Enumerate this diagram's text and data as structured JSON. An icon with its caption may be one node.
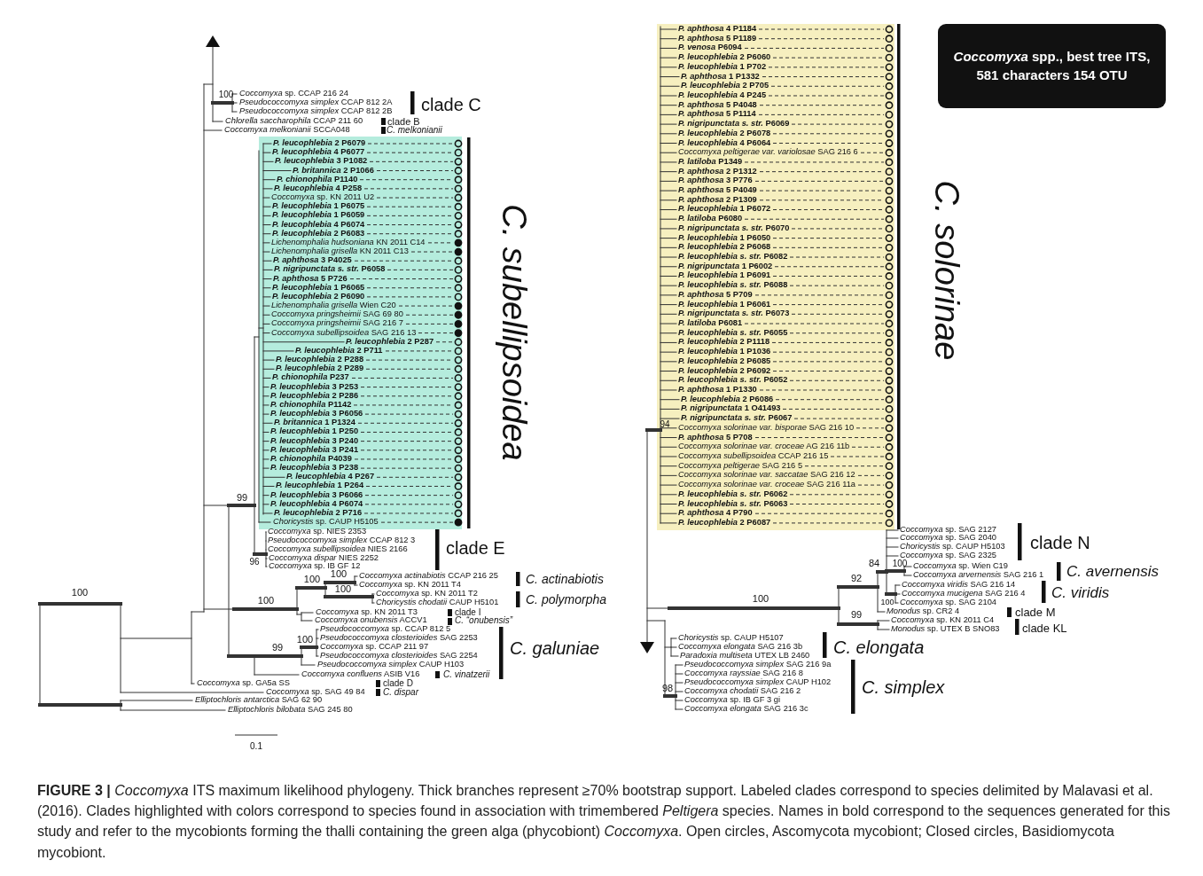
{
  "diagram": {
    "title": "*Coccomyxa* spp., best tree ITS, 581 characters 154 OTU",
    "caption": "**FIGURE 3 |** *Coccomyxa* ITS maximum likelihood phylogeny. Thick branches represent ≥70% bootstrap support. Labeled clades correspond to species delimited by Malavasi et al. (2016). Clades highlighted with colors correspond to species found in association with trimembered *Peltigera* species. Names in bold correspond to the sequences generated for this study and refer to the mycobionts forming the thalli containing the green alga (phycobiont) *Coccomyxa*. Open circles, Ascomycota mycobiont; Closed circles, Basidiomycota mycobiont.",
    "labels": [
      "*Coccomyxa* sp. CCAP 216 24",
      "*Pseudococcomyxa simplex* CCAP 812 2A",
      "*Pseudococcomyxa simplex* CCAP 812 2B",
      "*Chlorella saccharophila* CCAP 211 60",
      "*Coccomyxa melkonianii* SCCA048",
      "*P. leucophlebia* 2 P6079",
      "*P. leucophlebia* 4 P6077",
      "*P. leucophlebia* 3 P1082",
      "*P. britannica* 2 P1066",
      "*P. chionophila* P1140",
      "*P. leucophlebia* 4 P258",
      "*Coccomyxa* sp. KN 2011 U2",
      "*P. leucophlebia* 1 P6075",
      "*P. leucophlebia* 1 P6059",
      "*P. leucophlebia* 4 P6074",
      "*P. leucophlebia* 2 P6083",
      "*Lichenomphalia hudsoniana* KN 2011 C14",
      "*Lichenomphalia grisella* KN 2011 C13",
      "*P. aphthosa* 3 P4025",
      "*P. nigripunctata s. str.* P6058",
      "*P. aphthosa* 5 P726",
      "*P. leucophlebia* 1 P6065",
      "*P. leucophlebia* 2 P6090",
      "*Lichenomphalia grisella* Wien C20",
      "*Coccomyxa pringsheimii* SAG 69 80",
      "*Coccomyxa pringsheimii* SAG 216 7",
      "*Coccomyxa subellipsoidea* SAG 216 13",
      "*P. leucophlebia* 2 P287",
      "*P. leucophlebia* 2 P711",
      "*P. leucophlebia* 2 P288",
      "*P. leucophlebia* 2 P289",
      "*P. chionophila* P237",
      "*P. leucophlebia* 3 P253",
      "*P. leucophlebia* 2 P286",
      "*P. chionophila* P1142",
      "*P. leucophlebia* 3 P6056",
      "*P. britannica* 1 P1324",
      "*P. leucophlebia* 1 P250",
      "*P. leucophlebia* 3 P240",
      "*P. leucophlebia* 3 P241",
      "*P. chionophila* P4039",
      "*P. leucophlebia* 3 P238",
      "*P. leucophlebia* 4 P267",
      "*P. leucophlebia* 1 P264",
      "*P. leucophlebia* 3 P6066",
      "*P. leucophlebia* 4 P6074",
      "*P. leucophlebia* 2 P716",
      "*Choricystis* sp. CAUP H5105",
      "*Coccomyxa* sp. NIES 2353",
      "*Pseudococcomyxa simplex* CCAP 812 3",
      "*Coccomyxa subellipsoidea* NIES 2166",
      "*Coccomyxa dispar* NIES 2252",
      "*Coccomyxa* sp. IB GF 12",
      "*Coccomyxa actinabiotis* CCAP 216 25",
      "*Coccomyxa* sp. KN 2011 T4",
      "*Coccomyxa* sp. KN 2011 T2",
      "*Choricystis chodatii* CAUP H5101",
      "*Coccomyxa* sp. KN 2011 T3",
      "*Coccomyxa onubensis* ACCV1",
      "*Pseudococcomyxa* sp. CCAP 812 5",
      "*Pseudococcomyxa closterioides* SAG 2253",
      "*Coccomyxa* sp. CCAP 211 97",
      "*Pseudococcomyxa closterioides* SAG 2254",
      "*Pseudococcomyxa simplex* CAUP H103",
      "*Coccomyxa confluens* ASIB V16",
      "*Coccomyxa* sp. GA5a SS",
      "*Coccomyxa* sp. SAG 49 84",
      "*Elliptochloris antarctica* SAG 62 90",
      "*Elliptochloris bilobata* SAG 245 80",
      "*P. aphthosa* 4 P1184",
      "*P. aphthosa* 5 P1189",
      "*P. venosa* P6094",
      "*P. leucophlebia* 2 P6060",
      "*P. leucophlebia* 1 P702",
      "*P. aphthosa* 1 P1332",
      "*P. leucophlebia* 2 P705",
      "*P. leucophlebia* 4 P245",
      "*P. aphthosa* 5 P4048",
      "*P. aphthosa* 5 P1114",
      "*P. nigripunctata s. str.* P6069",
      "*P. leucophlebia* 2 P6078",
      "*P. leucophlebia* 4 P6064",
      "*Coccomyxa peltigerae var. variolosae* SAG 216 6",
      "*P. latiloba* P1349",
      "*P. aphthosa* 2 P1312",
      "*P. aphthosa* 3 P776",
      "*P. aphthosa* 5 P4049",
      "*P. aphthosa* 2 P1309",
      "*P. leucophlebia* 1 P6072",
      "*P. latiloba* P6080",
      "*P. nigripunctata s. str.* P6070",
      "*P. leucophlebia* 1 P6050",
      "*P. leucophlebia* 2 P6068",
      "*P. leucophlebia s. str.* P6082",
      "*P. nigripunctata* 1 P6002",
      "*P. leucophlebia* 1 P6091",
      "*P. leucophlebia s. str.* P6088",
      "*P. aphthosa* 5 P709",
      "*P. leucophlebia* 1 P6061",
      "*P. nigripunctata s. str.* P6073",
      "*P. latiloba* P6081",
      "*P. leucophlebia s. str.* P6055",
      "*P. leucophlebia* 2 P1118",
      "*P. leucophlebia* 1 P1036",
      "*P. leucophlebia* 2 P6085",
      "*P. leucophlebia* 2 P6092",
      "*P. leucophlebia s. str.* P6052",
      "*P. aphthosa* 1 P1330",
      "*P. leucophlebia* 2 P6086",
      "*P. nigripunctata* 1 O41493",
      "*P. nigripunctata s. str.* P6067",
      "*Coccomyxa solorinae var. bisporae* SAG 216 10",
      "*P. aphthosa* 5 P708",
      "*Coccomyxa solorinae var. croceae* AG 216 11b",
      "*Coccomyxa subellipsoidea* CCAP 216 15",
      "*Coccomyxa peltigerae* SAG 216 5",
      "*Coccomyxa solorinae var. saccatae* SAG 216 12",
      "*Coccomyxa solorinae var. croceae* SAG 216 11a",
      "*P. leucophlebia s. str.* P6062",
      "*P. leucophlebia s. str.* P6063",
      "*P. aphthosa* 4 P790",
      "*P. leucophlebia* 2 P6087",
      "*Coccomyxa* sp. SAG 2127",
      "*Coccomyxa* sp. SAG 2040",
      "*Choricystis* sp. CAUP H5103",
      "*Coccomyxa* sp. SAG 2325",
      "*Coccomyxa* sp. Wien C19",
      "*Coccomyxa arvernensis* SAG 216 1",
      "*Coccomyxa viridis* SAG 216 14",
      "*Coccomyxa mucigena* SAG 216 4",
      "*Coccomyxa* sp. SAG 2104",
      "*Monodus* sp. CR2 4",
      "*Coccomyxa* sp. KN 2011 C4",
      "*Monodus* sp. UTEX B SNO83",
      "*Choricystis* sp. CAUP H5107",
      "*Coccomyxa elongata* SAG 216 3b",
      "*Paradoxia multiseta* UTEX LB 2460",
      "*Pseudococcomyxa simplex* SAG 216 9a",
      "*Coccomyxa rayssiae* SAG 216 8",
      "*Pseudococcomyxa simplex* CAUP H102",
      "*Coccomyxa chodatii* SAG 216 2",
      "*Coccomyxa* sp. IB GF 3 gi",
      "*Coccomyxa elongata* SAG 216 3c",
      "clade C",
      "clade B",
      "C. melkonianii",
      "C. subellipsoidea",
      "clade E",
      "C. actinabiotis",
      "C. polymorpha",
      "clade I",
      "C. “onubensis”",
      "C. galuniae",
      "C. vinatzerii",
      "clade D",
      "C. dispar",
      "C. solorinae",
      "clade N",
      "C. avernensis",
      "C. viridis",
      "clade M",
      "clade KL",
      "C. elongata",
      "C. simplex",
      "100",
      "99",
      "96",
      "100",
      "100",
      "100",
      "100",
      "100",
      "100",
      "99",
      "94",
      "100",
      "92",
      "84",
      "100",
      "100",
      "99",
      "98",
      "0.1"
    ]
  }
}
